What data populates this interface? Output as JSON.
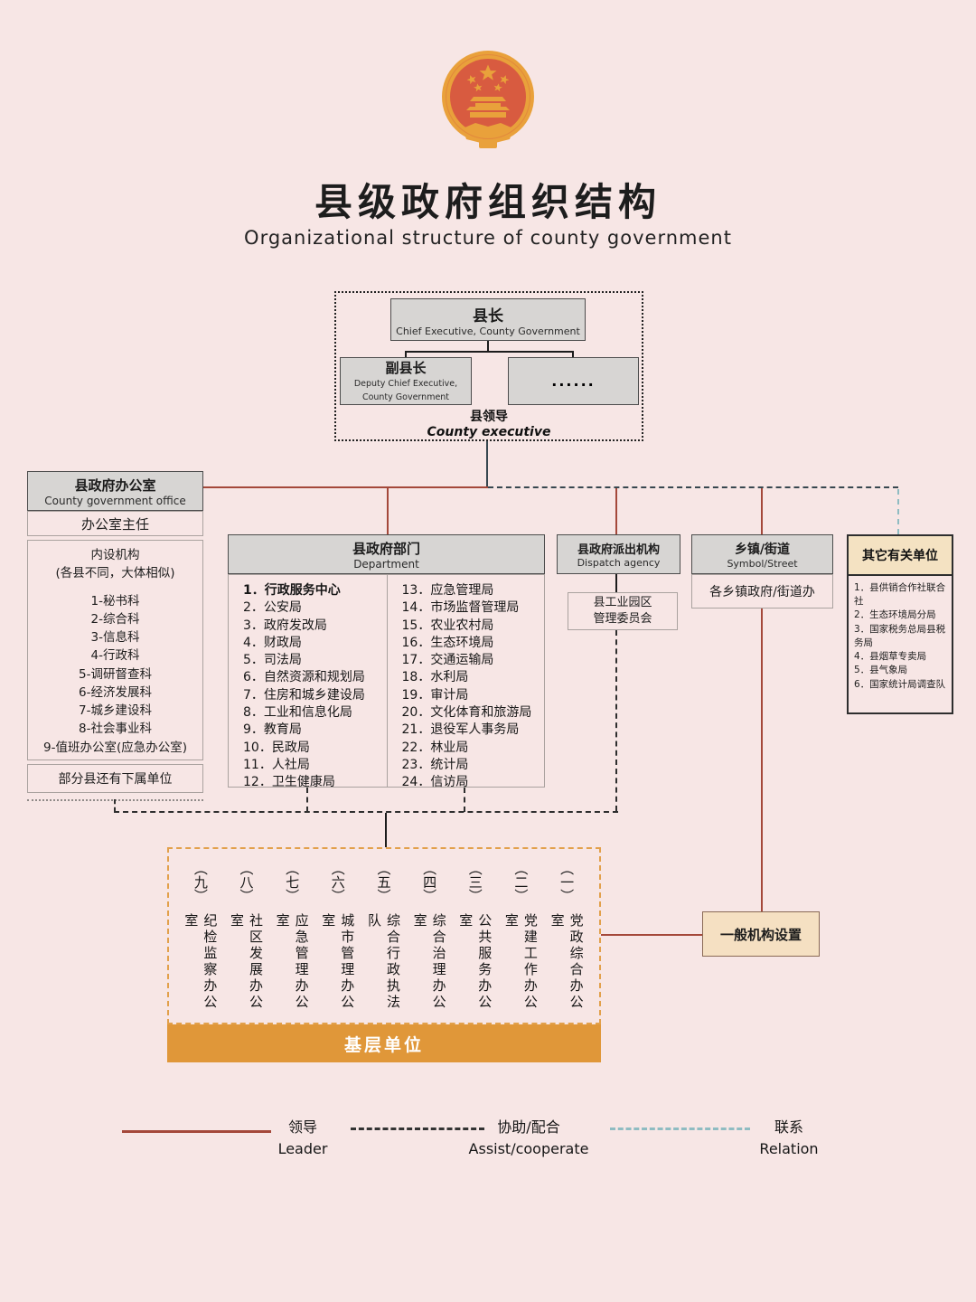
{
  "page": {
    "title": "县级政府组织结构",
    "subtitle": "Organizational structure of county government"
  },
  "executive": {
    "chief_zh": "县长",
    "chief_en": "Chief Executive, County Government",
    "deputy_zh": "副县长",
    "deputy_en1": "Deputy Chief Executive,",
    "deputy_en2": "County Government",
    "others": "......",
    "caption_zh": "县领导",
    "caption_en": "County executive"
  },
  "office": {
    "title_zh": "县政府办公室",
    "title_en": "County government office",
    "director": "办公室主任",
    "internal_title": "内设机构",
    "internal_note": "(各县不同，大体相似)",
    "internal_orgs": [
      "1-秘书科",
      "2-综合科",
      "3-信息科",
      "4-行政科",
      "5-调研督查科",
      "6-经济发展科",
      "7-城乡建设科",
      "8-社会事业科",
      "9-值班办公室(应急办公室)"
    ],
    "footnote": "部分县还有下属单位"
  },
  "departments": {
    "title_zh": "县政府部门",
    "title_en": "Department",
    "left": [
      "1．行政服务中心",
      "2．公安局",
      "3．政府发改局",
      "4．财政局",
      "5．司法局",
      "6．自然资源和规划局",
      "7．住房和城乡建设局",
      "8．工业和信息化局",
      "9．教育局",
      "10．民政局",
      "11．人社局",
      "12．卫生健康局"
    ],
    "right": [
      "13．应急管理局",
      "14．市场监督管理局",
      "15．农业农村局",
      "16．生态环境局",
      "17．交通运输局",
      "18．水利局",
      "19．审计局",
      "20．文化体育和旅游局",
      "21．退役军人事务局",
      "22．林业局",
      "23．统计局",
      "24．信访局"
    ]
  },
  "dispatch": {
    "title_zh": "县政府派出机构",
    "title_en": "Dispatch agency",
    "child_line1": "县工业园区",
    "child_line2": "管理委员会"
  },
  "township": {
    "title_zh": "乡镇/街道",
    "title_en": "Symbol/Street",
    "child": "各乡镇政府/街道办"
  },
  "other_units": {
    "title": "其它有关单位",
    "items": [
      "1．县供销合作社联合社",
      "2．生态环境局分局",
      "3．国家税务总局县税务局",
      "4．县烟草专卖局",
      "5．县气象局",
      "6．国家统计局调查队"
    ]
  },
  "grassroots": {
    "bar_label": "基层单位",
    "units": [
      {
        "num": "（一）",
        "name": "党政综合办公室"
      },
      {
        "num": "（二）",
        "name": "党建工作办公室"
      },
      {
        "num": "（三）",
        "name": "公共服务办公室"
      },
      {
        "num": "（四）",
        "name": "综合治理办公室"
      },
      {
        "num": "（五）",
        "name": "综合行政执法队"
      },
      {
        "num": "（六）",
        "name": "城市管理办公室"
      },
      {
        "num": "（七）",
        "name": "应急管理办公室"
      },
      {
        "num": "（八）",
        "name": "社区发展办公室"
      },
      {
        "num": "（九）",
        "name": "纪检监察办公室"
      }
    ]
  },
  "general_org": {
    "label": "一般机构设置"
  },
  "legend": {
    "leader_zh": "领导",
    "leader_en": "Leader",
    "assist_zh": "协助/配合",
    "assist_en": "Assist/cooperate",
    "relation_zh": "联系",
    "relation_en": "Relation"
  },
  "colors": {
    "background": "#f7e6e5",
    "leader_line": "#a4483a",
    "assist_line": "#37474f",
    "relation_line": "#8fbcc2",
    "accent_orange": "#e09739",
    "box_gray": "#d7d5d3",
    "box_tan": "#f4e2c2",
    "emblem_gold": "#e9a13b",
    "emblem_red": "#d85b40"
  }
}
